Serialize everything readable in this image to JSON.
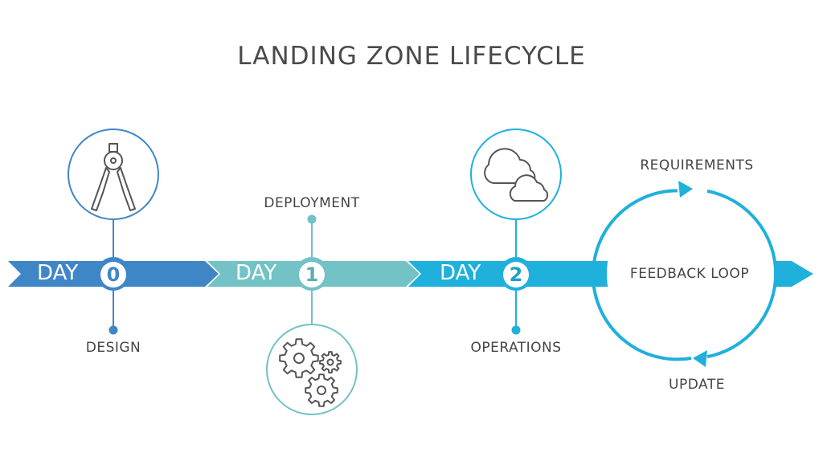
{
  "title": "LANDING ZONE LIFECYCLE",
  "colors": {
    "day0": "#3f86c7",
    "day1": "#72c2c6",
    "day2": "#1fb0dc",
    "text": "#454545"
  },
  "stages": [
    {
      "day_word": "DAY",
      "day_number": "0",
      "label": "DESIGN",
      "icon": "compass-icon"
    },
    {
      "day_word": "DAY",
      "day_number": "1",
      "label": "DEPLOYMENT",
      "icon": "gears-icon"
    },
    {
      "day_word": "DAY",
      "day_number": "2",
      "label": "OPERATIONS",
      "icon": "clouds-icon"
    }
  ],
  "loop": {
    "center": "FEEDBACK LOOP",
    "top": "REQUIREMENTS",
    "bottom": "UPDATE"
  }
}
